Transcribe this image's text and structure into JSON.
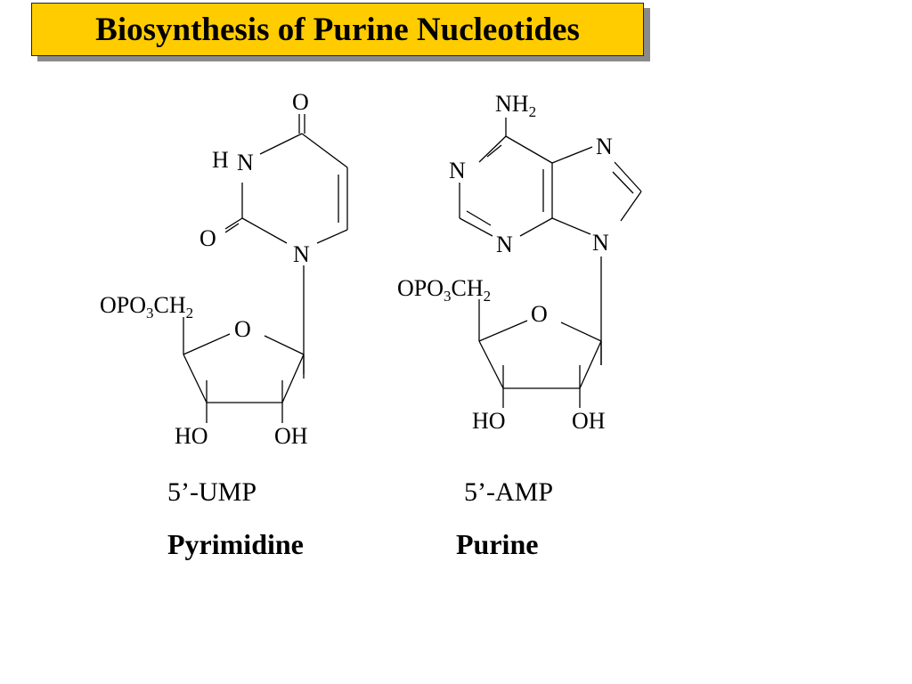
{
  "title": {
    "text": "Biosynthesis of Purine Nucleotides",
    "bg_color": "#FFCC00"
  },
  "ump": {
    "atoms": {
      "o_top": "O",
      "h": "H",
      "n1": "N",
      "o_left": "O",
      "n_bottom": "N"
    },
    "sugar": {
      "opo3": "OPO",
      "sub3": "3",
      "ch": "CH",
      "sub2": "2",
      "ring_o": "O",
      "ho": "HO",
      "oh": "OH"
    },
    "name": "5’-UMP",
    "class": "Pyrimidine"
  },
  "amp": {
    "atoms": {
      "nh": "NH",
      "nh_sub": "2",
      "n_left": "N",
      "n_right": "N",
      "n_bottom": "N",
      "n9": "N"
    },
    "sugar": {
      "opo3": "OPO",
      "sub3": "3",
      "ch": "CH",
      "sub2": "2",
      "ring_o": "O",
      "ho": "HO",
      "oh": "OH"
    },
    "name": "5’-AMP",
    "class": "Purine"
  }
}
